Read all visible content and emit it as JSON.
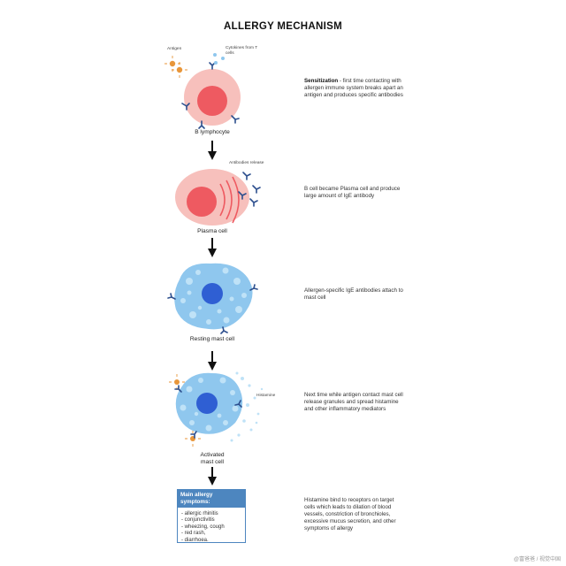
{
  "title": "ALLERGY MECHANISM",
  "stage1": {
    "antigen_label": "Antigen",
    "cytokines_label": "Cytokines from T cells",
    "cell_label": "B lymphocyte",
    "desc_bold": "Sensitization",
    "desc_rest": " - first time contacting with allergen immune system breaks apart an antigen and produces specific antibodies"
  },
  "stage2": {
    "release_label": "Antibodies release",
    "cell_label": "Plasma cell",
    "desc": "B cell became Plasma cell and produce large amount of IgE antibody"
  },
  "stage3": {
    "cell_label": "Resting mast cell",
    "desc": "Allergen-specific IgE antibodies attach to mast cell"
  },
  "stage4": {
    "histamine_label": "Histamine",
    "cell_label_1": "Activated",
    "cell_label_2": "mast cell",
    "desc": "Next time while antigen contact mast cell release granules and spread histamine and other inflammatory mediators"
  },
  "symptoms": {
    "heading": "Main allergy symptoms:",
    "items": [
      "- allergic rhinitis",
      "- conjunctivitis",
      "- wheezing, cough",
      "- red rash,",
      "- diarrhoea."
    ],
    "desc": "Histamine bind to receptors on target cells which leads to dilation of blood vessels, constriction of bronchioles, excessive mucus secretion, and other symptoms of allergy"
  },
  "watermark": "@富爸爸 / 视觉中国",
  "colors": {
    "b_cell": "#f7c0bc",
    "nucleus_red": "#ee5a61",
    "mast_cell": "#8fc7ee",
    "granule": "#bfe2f7",
    "nucleus_blue": "#2f5fd3",
    "antibody": "#2d4f8e",
    "antigen": "#e8963a",
    "accent": "#4d86bf"
  }
}
